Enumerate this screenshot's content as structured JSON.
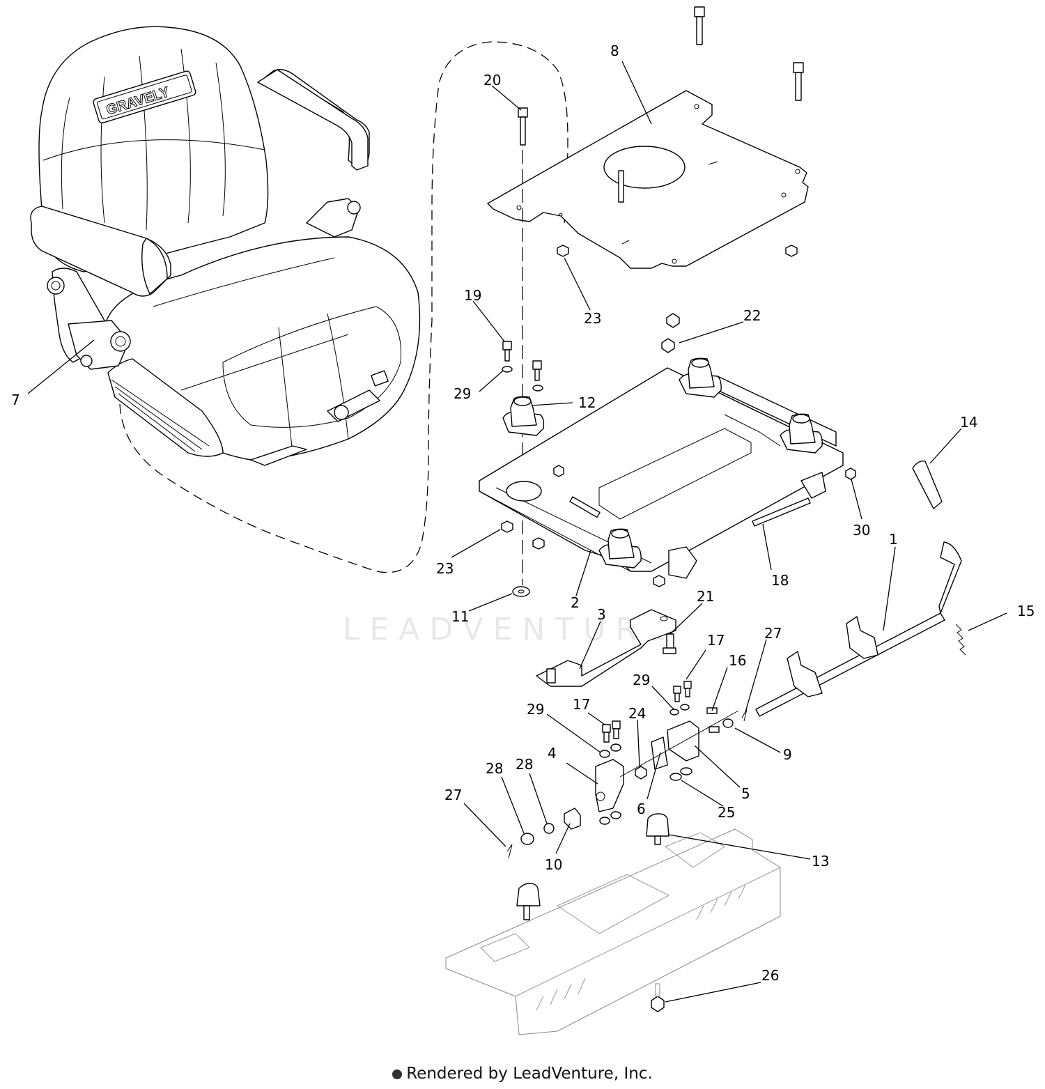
{
  "diagram": {
    "watermark": "LEADVENTURE",
    "seat_brand": "GRAVELY",
    "footer": "Rendered by LeadVenture, Inc.",
    "callouts": [
      {
        "id": "c1",
        "label": "1"
      },
      {
        "id": "c2",
        "label": "2"
      },
      {
        "id": "c3",
        "label": "3"
      },
      {
        "id": "c4",
        "label": "4"
      },
      {
        "id": "c5",
        "label": "5"
      },
      {
        "id": "c6",
        "label": "6"
      },
      {
        "id": "c7",
        "label": "7"
      },
      {
        "id": "c8",
        "label": "8"
      },
      {
        "id": "c9",
        "label": "9"
      },
      {
        "id": "c10",
        "label": "10"
      },
      {
        "id": "c11",
        "label": "11"
      },
      {
        "id": "c12",
        "label": "12"
      },
      {
        "id": "c13",
        "label": "13"
      },
      {
        "id": "c14",
        "label": "14"
      },
      {
        "id": "c15",
        "label": "15"
      },
      {
        "id": "c16",
        "label": "16"
      },
      {
        "id": "c17a",
        "label": "17"
      },
      {
        "id": "c17b",
        "label": "17"
      },
      {
        "id": "c18",
        "label": "18"
      },
      {
        "id": "c19",
        "label": "19"
      },
      {
        "id": "c20",
        "label": "20"
      },
      {
        "id": "c21",
        "label": "21"
      },
      {
        "id": "c22",
        "label": "22"
      },
      {
        "id": "c23a",
        "label": "23"
      },
      {
        "id": "c23b",
        "label": "23"
      },
      {
        "id": "c24",
        "label": "24"
      },
      {
        "id": "c25",
        "label": "25"
      },
      {
        "id": "c26",
        "label": "26"
      },
      {
        "id": "c27a",
        "label": "27"
      },
      {
        "id": "c27b",
        "label": "27"
      },
      {
        "id": "c28a",
        "label": "28"
      },
      {
        "id": "c28b",
        "label": "28"
      },
      {
        "id": "c29a",
        "label": "29"
      },
      {
        "id": "c29b",
        "label": "29"
      },
      {
        "id": "c29c",
        "label": "29"
      },
      {
        "id": "c30",
        "label": "30"
      }
    ]
  }
}
